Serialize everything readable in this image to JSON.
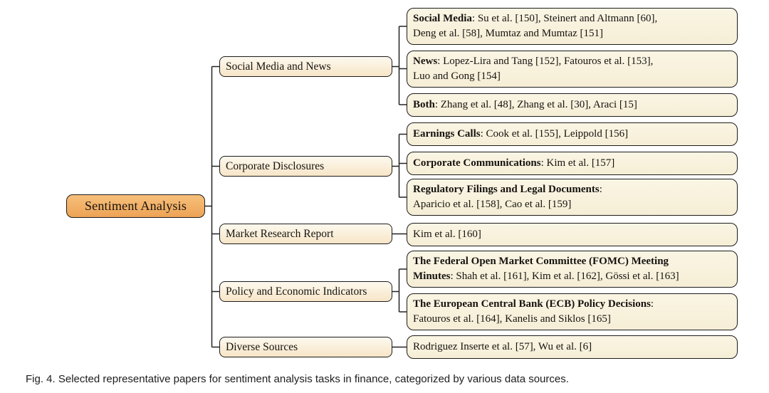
{
  "figure": {
    "caption": "Fig. 4. Selected representative papers for sentiment analysis tasks in finance, categorized by various data sources."
  },
  "colors": {
    "root_fill": "#f2b269",
    "category_fill": "#f9ecd4",
    "leaf_fill": "#f8f2de",
    "border": "#1c1c1c",
    "background": "#ffffff"
  },
  "tree": {
    "root": {
      "label": "Sentiment Analysis"
    },
    "categories": [
      {
        "label": "Social Media and News"
      },
      {
        "label": "Corporate Disclosures"
      },
      {
        "label": "Market Research Report"
      },
      {
        "label": "Policy and Economic Indicators"
      },
      {
        "label": "Diverse Sources"
      }
    ],
    "leaves": [
      {
        "prefix": "Social Media",
        "text": ": Su et al. [150], Steinert and Altmann [60],\nDeng et al. [58], Mumtaz and Mumtaz [151]"
      },
      {
        "prefix": "News",
        "text": ": Lopez-Lira and Tang [152], Fatouros et al. [153],\nLuo and Gong [154]"
      },
      {
        "prefix": "Both",
        "text": ": Zhang et al. [48], Zhang et al. [30], Araci [15]"
      },
      {
        "prefix": "Earnings Calls",
        "text": ": Cook et al. [155], Leippold [156]"
      },
      {
        "prefix": "Corporate Communications",
        "text": ": Kim et al. [157]"
      },
      {
        "prefix": "Regulatory Filings and Legal Documents",
        "text": ":\nAparicio et al. [158], Cao et al. [159]"
      },
      {
        "prefix": "",
        "text": "Kim et al. [160]"
      },
      {
        "prefix": "The Federal Open Market Committee (FOMC) Meeting\nMinutes",
        "text": ": Shah et al. [161], Kim et al. [162], Gössi et al. [163]"
      },
      {
        "prefix": "The European Central Bank (ECB) Policy Decisions",
        "text": ":\nFatouros et al. [164], Kanelis and Siklos [165]"
      },
      {
        "prefix": "",
        "text": "Rodriguez Inserte et al. [57], Wu et al. [6]"
      }
    ]
  }
}
